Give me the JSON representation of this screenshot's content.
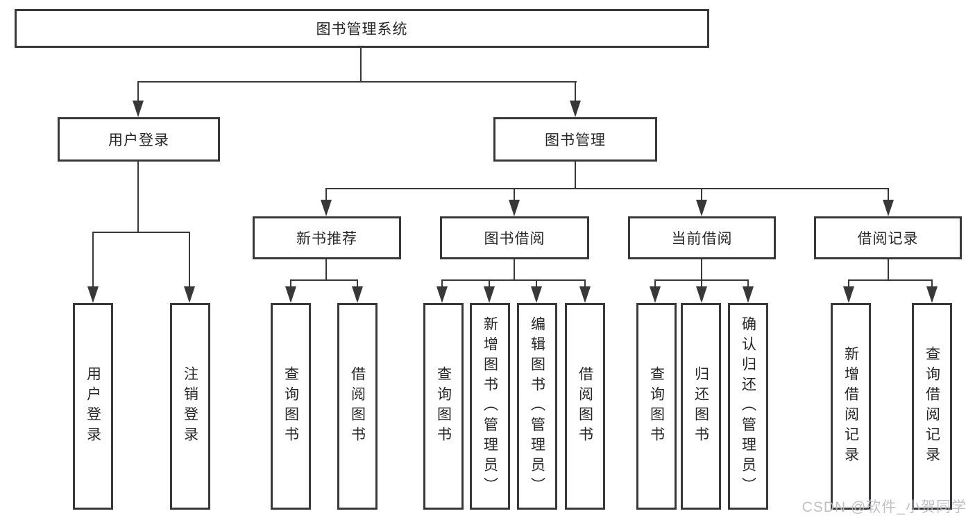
{
  "diagram": {
    "root": "图书管理系统",
    "user_branch": {
      "label": "用户登录",
      "children": [
        "用户登录",
        "注销登录"
      ]
    },
    "book_branch": {
      "label": "图书管理",
      "sections": [
        {
          "label": "新书推荐",
          "children": [
            "查询图书",
            "借阅图书"
          ]
        },
        {
          "label": "图书借阅",
          "children": [
            "查询图书",
            "新增图书（管理员）",
            "编辑图书（管理员）",
            "借阅图书"
          ]
        },
        {
          "label": "当前借阅",
          "children": [
            "查询图书",
            "归还图书",
            "确认归还（管理员）"
          ]
        },
        {
          "label": "借阅记录",
          "children": [
            "新增借阅记录",
            "查询借阅记录"
          ]
        }
      ]
    }
  },
  "watermark": "CSDN @软件_小贺同学",
  "colors": {
    "line": "#383838",
    "text": "#262626",
    "background": "#ffffff",
    "watermark": "#b9bcc0"
  }
}
